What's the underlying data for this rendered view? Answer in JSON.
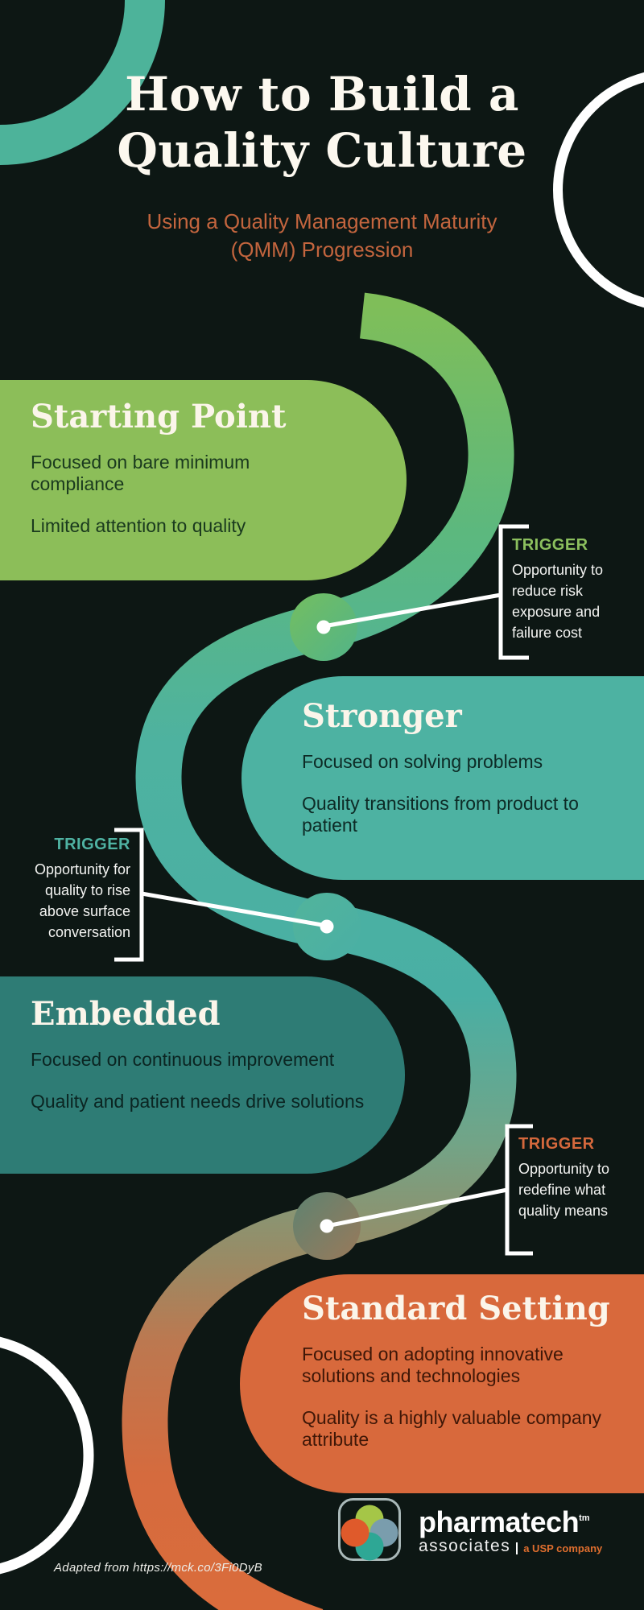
{
  "header": {
    "title_line1": "How to Build a",
    "title_line2": "Quality Culture",
    "subtitle_line1": "Using a Quality Management Maturity",
    "subtitle_line2": "(QMM) Progression"
  },
  "stages": [
    {
      "title": "Starting Point",
      "points": [
        "Focused on bare minimum compliance",
        "Limited attention to quality"
      ]
    },
    {
      "title": "Stronger",
      "points": [
        "Focused on solving problems",
        "Quality transitions from product to patient"
      ]
    },
    {
      "title": "Embedded",
      "points": [
        "Focused on continuous improvement",
        "Quality and patient needs drive solutions"
      ]
    },
    {
      "title": "Standard Setting",
      "points": [
        "Focused on adopting innovative solutions and technologies",
        "Quality is a highly valuable company attribute"
      ]
    }
  ],
  "triggers": [
    {
      "label": "TRIGGER",
      "text": "Opportunity to reduce risk exposure and failure cost"
    },
    {
      "label": "TRIGGER",
      "text": "Opportunity for quality to rise above surface conversation"
    },
    {
      "label": "TRIGGER",
      "text": "Opportunity to redefine what quality means"
    }
  ],
  "footer": {
    "logo_name": "pharmatech",
    "logo_tm": "tm",
    "logo_sub": "associates",
    "logo_tagline": "a USP company",
    "source": "Adapted from https://mck.co/3Fi0DyB"
  },
  "colors": {
    "background": "#0D1714",
    "stage_bg": [
      "#8CBE59",
      "#4DB2A2",
      "#2E7C75",
      "#D8693C"
    ],
    "band_gradient": [
      "#7FBE59",
      "#5CB87E",
      "#4EB2A0",
      "#49AFA4",
      "#72A487",
      "#9A8A64",
      "#BC7850",
      "#D56B3E",
      "#DB6C3B"
    ],
    "node_1": [
      "#74BE60",
      "#52B488"
    ],
    "node_2": [
      "#52B49B",
      "#4AAFA5"
    ],
    "node_3": [
      "#5E8371",
      "#99795A"
    ],
    "trigger_labels": [
      "#8CC05E",
      "#4FB3A3",
      "#D4683C"
    ],
    "ring_teal": "#4DB39A",
    "ring_white": "#FFFFFF",
    "connector_white": "#FFFFFF",
    "subtitle_orange": "#C3653E",
    "logo_circles": {
      "top": "#A5C647",
      "left": "#DF5A2B",
      "right": "#7A9DAD",
      "bottom": "#2EA795"
    },
    "logo_outline": "#A9B8B8",
    "logo_tagline_orange": "#DF6E2E"
  }
}
